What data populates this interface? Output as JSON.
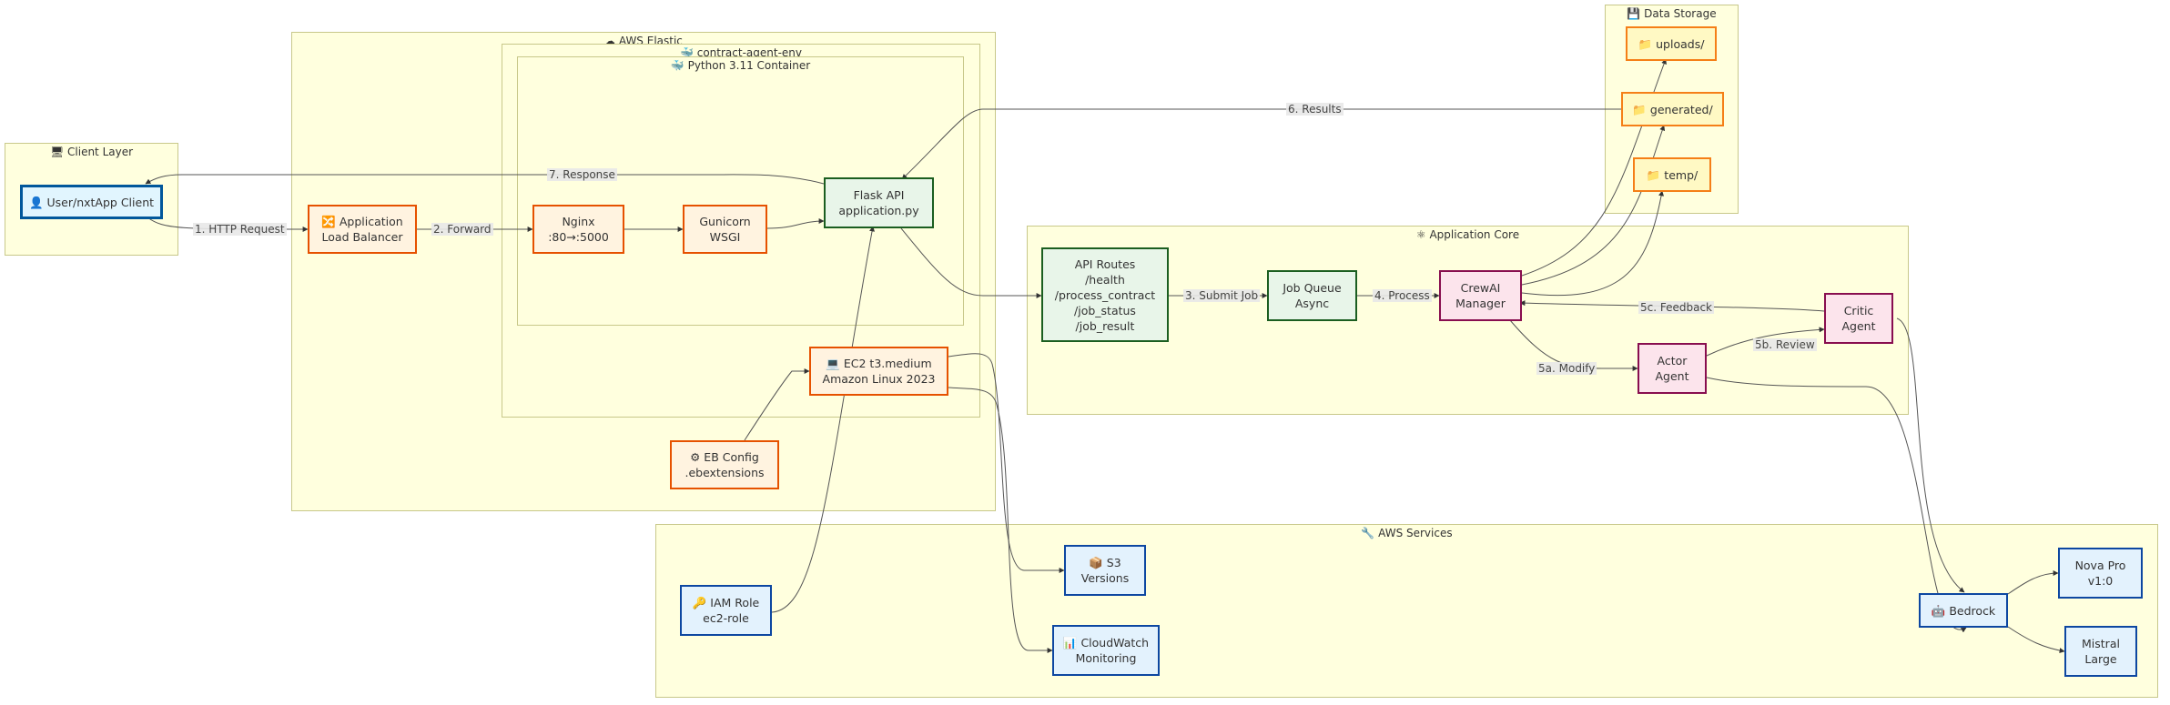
{
  "clusters": {
    "client_layer": "🖥 Client Layer",
    "aws_elastic": "☁ AWS Elastic",
    "contract_env": "🐳 contract-agent-env",
    "python_container": "🐳 Python 3.11 Container",
    "data_storage": "💾 Data Storage",
    "app_core": "⚛ Application Core",
    "aws_services": "🔧 AWS Services"
  },
  "nodes": {
    "client": "👤 User/nxtApp Client",
    "alb": "🔀 Application\nLoad Balancer",
    "nginx": "Nginx\n:80→:5000",
    "gunicorn": "Gunicorn\nWSGI",
    "flask": "Flask API\napplication.py",
    "ec2": "💻 EC2 t3.medium\nAmazon Linux 2023",
    "ebconfig": "⚙ EB Config\n.ebextensions",
    "uploads": "📁 uploads/",
    "generated": "📁 generated/",
    "temp": "📁 temp/",
    "routes": "API Routes\n/health\n/process_contract\n/job_status\n/job_result",
    "jobqueue": "Job Queue\nAsync",
    "crewai": "CrewAI\nManager",
    "critic": "Critic\nAgent",
    "actor": "Actor\nAgent",
    "s3": "📦 S3\nVersions",
    "cloudwatch": "📊 CloudWatch\nMonitoring",
    "iam": "🔑 IAM Role\nec2-role",
    "bedrock": "🤖 Bedrock",
    "nova": "Nova Pro\nv1:0",
    "mistral": "Mistral\nLarge"
  },
  "edges": {
    "e1": "1. HTTP Request",
    "e2": "2. Forward",
    "e3": "3. Submit Job",
    "e4": "4. Process",
    "e5a": "5a. Modify",
    "e5b": "5b. Review",
    "e5c": "5c. Feedback",
    "e6": "6. Results",
    "e7": "7. Response"
  },
  "colors": {
    "cluster_fill": "#ffffde",
    "cluster_border": "#c8c88a",
    "edge": "#555555"
  }
}
